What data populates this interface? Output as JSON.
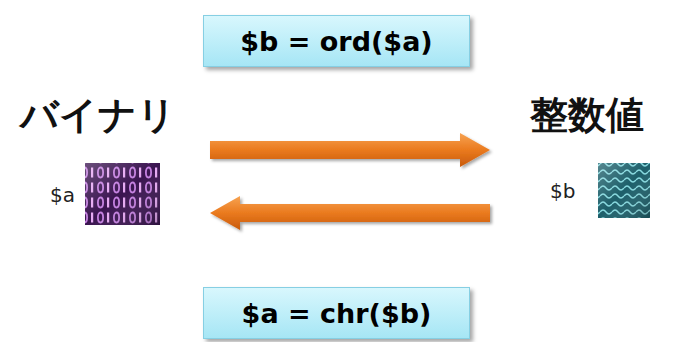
{
  "diagram": {
    "nodes": [
      {
        "text": [
          "$b = ord($a)"
        ]
      },
      {
        "text": [
          "バイナリ",
          "$a"
        ]
      },
      {
        "text": [
          "整数値",
          "$b"
        ]
      },
      {
        "text": [
          "$a = chr($b)"
        ]
      }
    ],
    "edges": [
      {
        "from": 1,
        "to": 2,
        "arrow": "to"
      },
      {
        "from": 2,
        "to": 1,
        "arrow": "to"
      }
    ]
  }
}
